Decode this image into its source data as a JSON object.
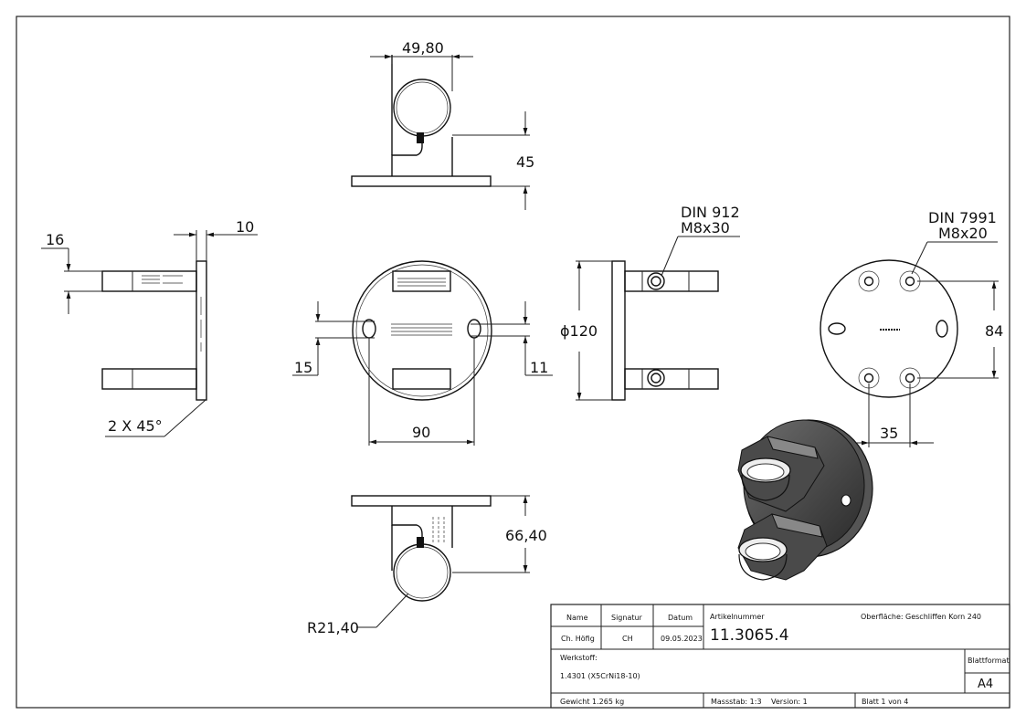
{
  "dimensions": {
    "top_width": "49,80",
    "top_height": "45",
    "side_thickness": "10",
    "side_tube": "16",
    "chamfer": "2 X 45°",
    "front_slot_height": "15",
    "front_slot_small": "11",
    "front_spacing": "90",
    "right_diameter": "ϕ120",
    "screw_standard": "DIN 912",
    "screw_size": "M8x30",
    "countersunk_standard": "DIN 7991",
    "countersunk_size": "M8x20",
    "hole_vertical": "84",
    "hole_horizontal": "35",
    "bottom_height": "66,40",
    "radius": "R21,40"
  },
  "title_block": {
    "name_label": "Name",
    "signature_label": "Signatur",
    "date_label": "Datum",
    "article_label": "Artikelnummer",
    "surface_label": "Oberfläche:",
    "surface_value": "Geschliffen Korn 240",
    "name_value": "Ch. Höfig",
    "signature_value": "CH",
    "date_value": "09.05.2023",
    "article_value": "11.3065.4",
    "material_label": "Werkstoff:",
    "material_value": "1.4301 (X5CrNi18-10)",
    "format_label": "Blattformat",
    "format_value": "A4",
    "weight": "Gewicht 1.265 kg",
    "scale": "Massstab: 1:3",
    "version": "Version: 1",
    "sheet": "Blatt 1 von 4"
  }
}
